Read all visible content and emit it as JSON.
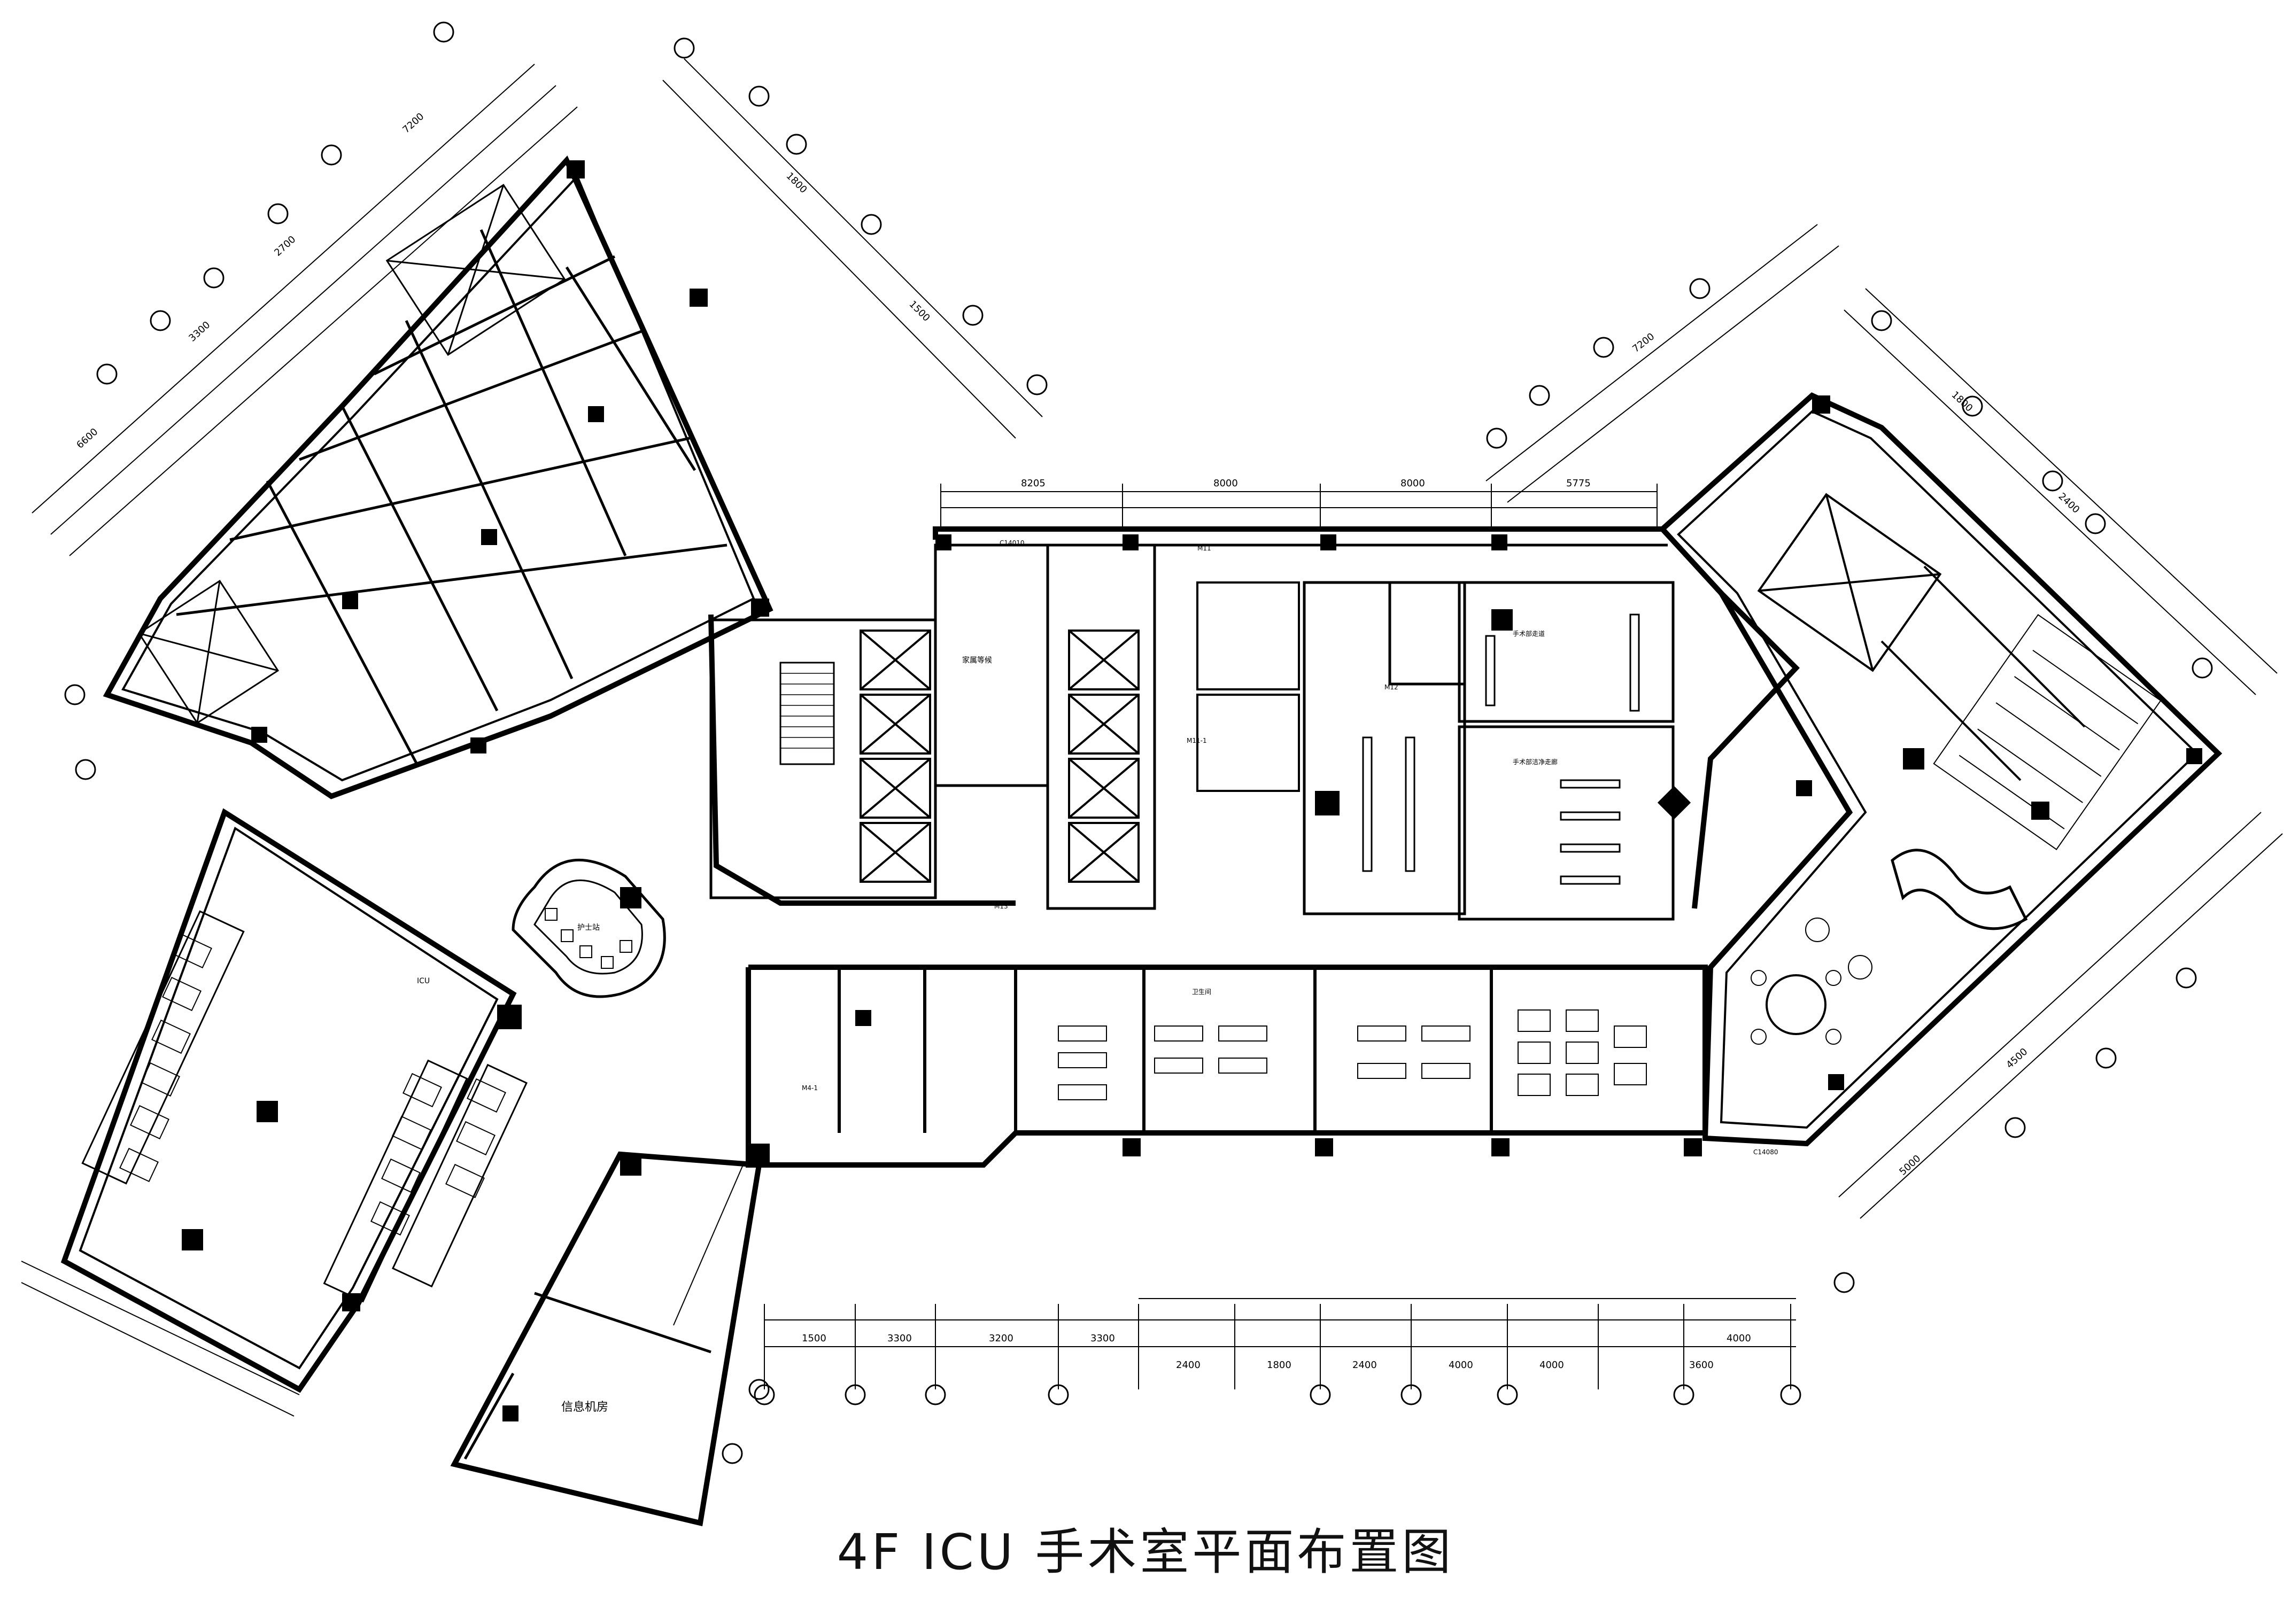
{
  "title": "4F ICU 手术室平面布置图",
  "rooms": [
    {
      "label": "信息机房"
    },
    {
      "label": "护士站"
    },
    {
      "label": "ICU"
    },
    {
      "label": "家属等候"
    },
    {
      "label": "手术部走道"
    },
    {
      "label": "手术部洁净走廊"
    },
    {
      "label": "卫生间"
    }
  ],
  "dims": {
    "top": [
      "8205",
      "8000",
      "8000",
      "5775"
    ],
    "bottom": [
      "1500",
      "3300",
      "3200",
      "3300",
      "2400",
      "1800",
      "2400",
      "4000",
      "4000",
      "3600",
      "4000"
    ],
    "left": [
      "7200",
      "2700",
      "3300",
      "6600",
      "1800",
      "1500"
    ],
    "right": [
      "7200",
      "1800",
      "2400",
      "4500",
      "5000"
    ]
  },
  "door_tags": [
    "M11",
    "M11-1",
    "M12",
    "M13",
    "M4-1"
  ],
  "window_tags": [
    "C14010",
    "C14080"
  ]
}
